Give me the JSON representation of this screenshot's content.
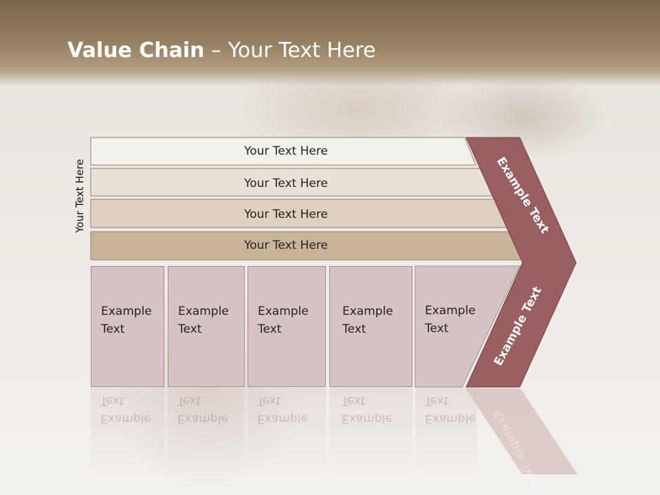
{
  "title": {
    "bold": "Value Chain",
    "rest": " – Your Text Here"
  },
  "side_label": "Your Text Here",
  "bars": [
    {
      "label": "Your Text Here",
      "fill": "#f3f1ec"
    },
    {
      "label": "Your Text Here",
      "fill": "#e9e1d6"
    },
    {
      "label": "Your Text Here",
      "fill": "#dfd1bf"
    },
    {
      "label": "Your Text Here",
      "fill": "#c9b49a"
    }
  ],
  "cells": [
    {
      "line1": "Example",
      "line2": "Text"
    },
    {
      "line1": "Example",
      "line2": "Text"
    },
    {
      "line1": "Example",
      "line2": "Text"
    },
    {
      "line1": "Example",
      "line2": "Text"
    },
    {
      "line1": "Example",
      "line2": "Text"
    }
  ],
  "chevron": {
    "top_label": "Example Text",
    "bottom_label": "Example Text",
    "fill": "#9a5f61"
  },
  "colors": {
    "cell_fill": "#d7c3c3",
    "header": "#8d7656"
  }
}
